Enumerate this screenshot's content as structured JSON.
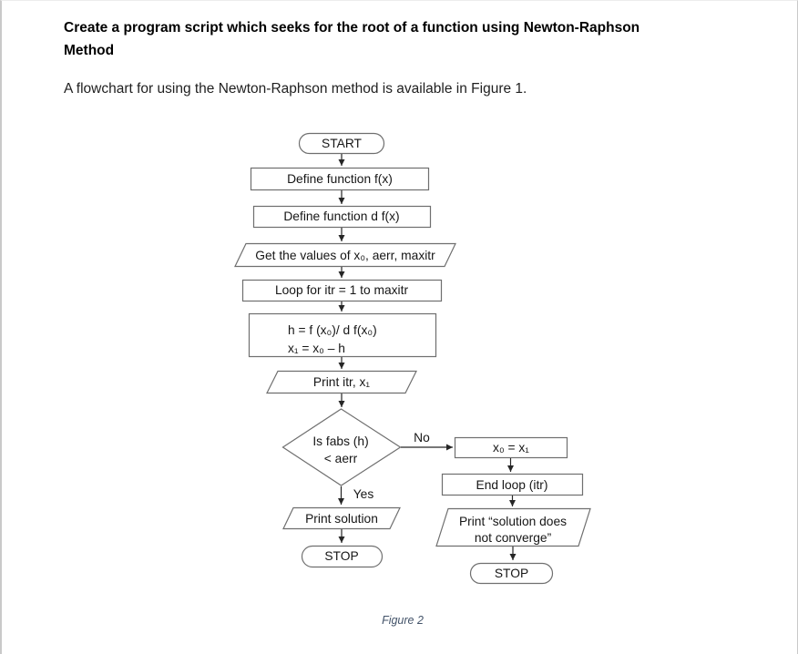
{
  "page": {
    "heading_line1": "Create a program script which seeks for the root of a function using Newton-Raphson",
    "heading_line2": "Method",
    "intro": "A flowchart for using the Newton-Raphson method is available in Figure 1.",
    "figure_caption": "Figure 2"
  },
  "flowchart": {
    "start_label": "START",
    "define_f": "Define function f(x)",
    "define_df": "Define function d f(x)",
    "get_values": "Get the values of x₀, aerr, maxitr",
    "loop": "Loop for itr = 1 to maxitr",
    "compute_line1": "h = f (x₀)/ d f(x₀)",
    "compute_line2": "x₁ = x₀ – h",
    "print_itr": "Print itr, x₁",
    "decision_line1": "Is fabs (h)",
    "decision_line2": "< aerr",
    "branch_no": "No",
    "branch_yes": "Yes",
    "assign": "x₀ = x₁",
    "end_loop": "End loop (itr)",
    "print_fail_line1": "Print “solution does",
    "print_fail_line2": "not converge”",
    "print_solution": "Print solution",
    "stop_left": "STOP",
    "stop_right": "STOP"
  },
  "colors": {
    "shape_border": "#6f6f6f",
    "arrow": "#262626",
    "flow_text": "#161616",
    "caption": "#44546a"
  }
}
